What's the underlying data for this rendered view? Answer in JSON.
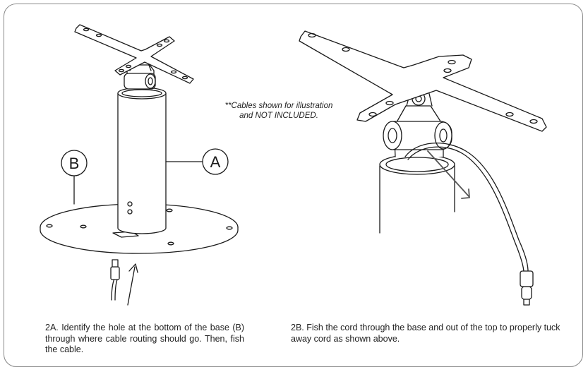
{
  "note": {
    "line1": "**Cables shown for illustration",
    "line2": "and NOT INCLUDED."
  },
  "callouts": {
    "a": "A",
    "b": "B"
  },
  "captions": {
    "step_2a": "2A. Identify the hole at the bottom of the base (B) through where cable routing should go. Then, fish the cable.",
    "step_2b": "2B. Fish the cord through the base and out of the top to properly tuck away cord as shown above."
  },
  "colors": {
    "frame": "#8a8a8a",
    "line": "#1a1a1a",
    "arrow": "#555555"
  }
}
